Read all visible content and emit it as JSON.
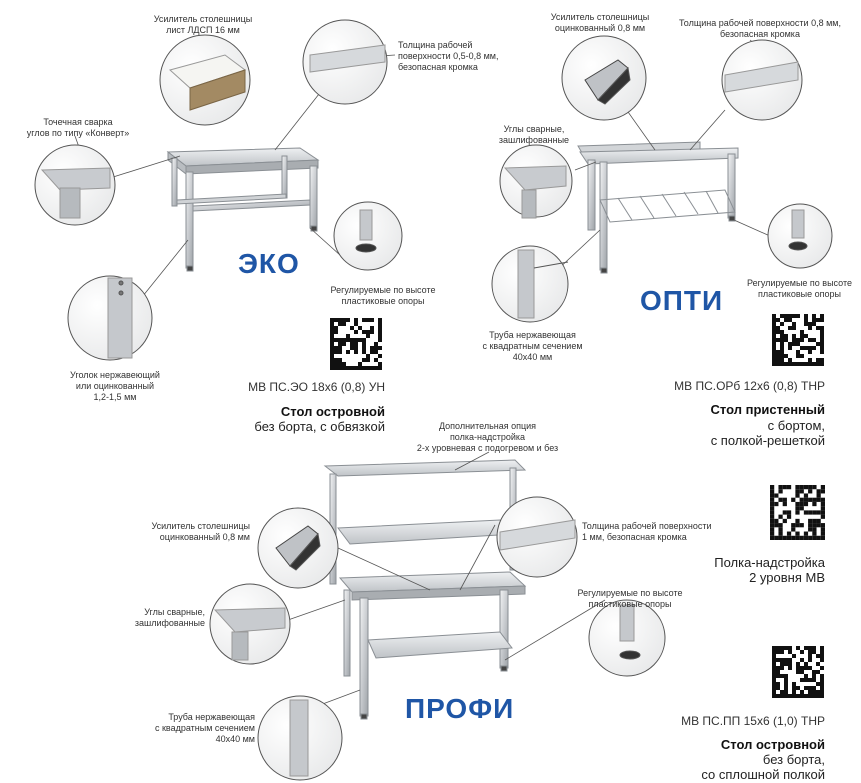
{
  "eko": {
    "title": "ЭКО",
    "callouts": {
      "tabletop_reinforce": [
        "Усилитель столешницы",
        "лист ЛДСП 16 мм"
      ],
      "thickness": [
        "Толщина рабочей",
        "поверхности 0,5-0,8 мм,",
        "безопасная кромка"
      ],
      "welding": [
        "Точечная сварка",
        "углов по типу «Конверт»"
      ],
      "feet": [
        "Регулируемые по высоте",
        "пластиковые опоры"
      ],
      "angle": [
        "Уголок нержавеющий",
        "или оцинкованный",
        "1,2-1,5 мм"
      ]
    },
    "model": "МВ ПС.ЭО 18х6 (0,8) УН",
    "product_title": "Стол островной",
    "product_desc": [
      "без борта, с обвязкой"
    ]
  },
  "opti": {
    "title": "ОПТИ",
    "callouts": {
      "reinforce": [
        "Усилитель столешницы",
        "оцинкованный 0,8 мм"
      ],
      "thickness": [
        "Толщина рабочей поверхности 0,8 мм,",
        "безопасная кромка"
      ],
      "corners": [
        "Углы сварные,",
        "зашлифованные"
      ],
      "feet": [
        "Регулируемые по высоте",
        "пластиковые опоры"
      ],
      "pipe": [
        "Труба нержавеющая",
        "с квадратным сечением",
        "40х40 мм"
      ]
    },
    "model": "МВ ПС.ОРб 12х6 (0,8) ТНР",
    "product_title": "Стол пристенный",
    "product_desc": [
      "с бортом,",
      "с полкой-решеткой"
    ]
  },
  "shelf_option": {
    "callout": [
      "Дополнительная опция",
      "полка-надстройка",
      "2-х уровневая с подогревом и без"
    ],
    "title": [
      "Полка-надстройка",
      "2 уровня МВ"
    ]
  },
  "profi": {
    "title": "ПРОФИ",
    "callouts": {
      "reinforce": [
        "Усилитель столешницы",
        "оцинкованный 0,8 мм"
      ],
      "thickness": [
        "Толщина рабочей поверхности",
        "1 мм, безопасная кромка"
      ],
      "corners": [
        "Углы сварные,",
        "зашлифованные"
      ],
      "feet": [
        "Регулируемые по высоте",
        "пластиковые опоры"
      ],
      "pipe": [
        "Труба нержавеющая",
        "с квадратным сечением",
        "40х40 мм"
      ]
    },
    "model": "МВ ПС.ПП 15х6 (1,0) ТНР",
    "product_title": "Стол островной",
    "product_desc": [
      "без борта,",
      "со сплошной полкой"
    ]
  },
  "colors": {
    "accent": "#1f56a6",
    "steel": "#c9ccd0",
    "line": "#555555"
  }
}
